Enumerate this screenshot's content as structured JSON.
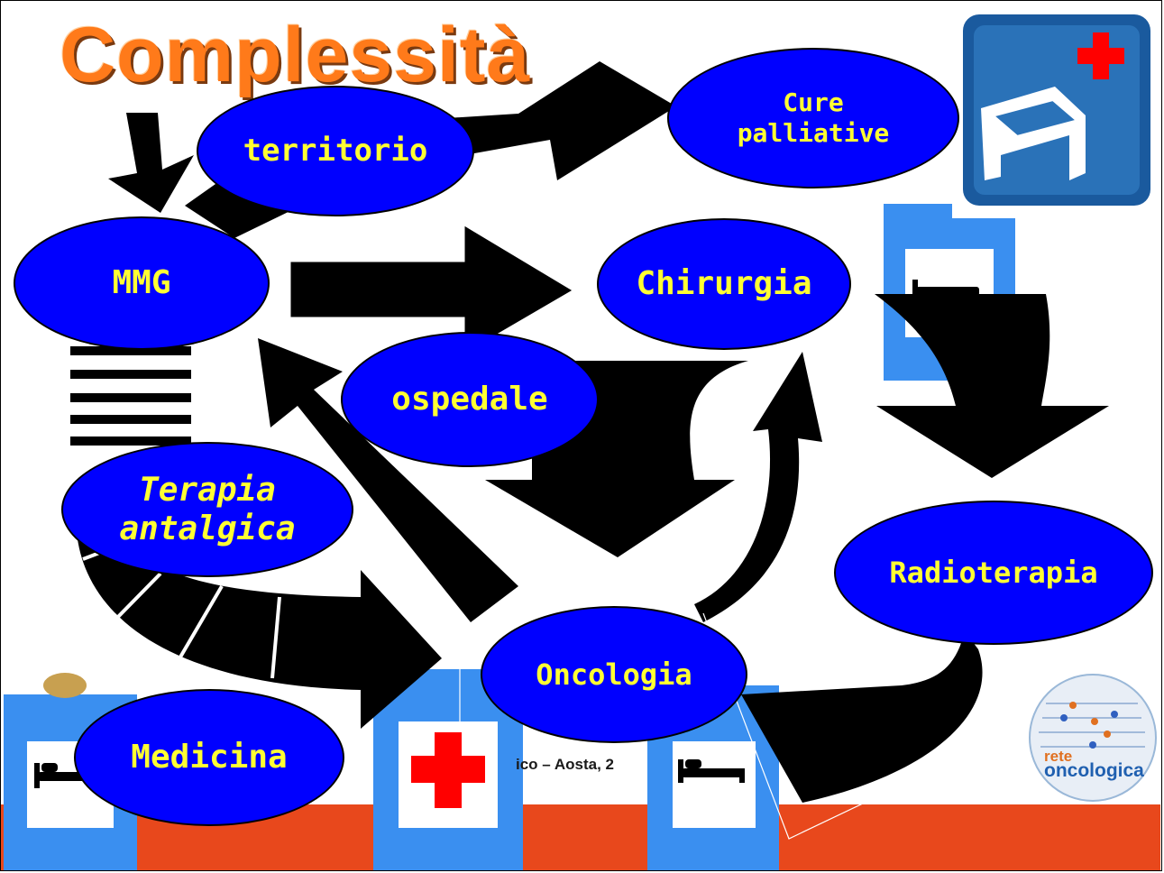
{
  "slide": {
    "title": "Complessità",
    "footer_text": "ico – Aosta, 2"
  },
  "nodes": {
    "territorio": "territorio",
    "cure_palliative": "Cure\npalliative",
    "mmg": "MMG",
    "chirurgia": "Chirurgia",
    "ospedale": "ospedale",
    "terapia_antalgica": "Terapia\nantalgica",
    "radioterapia": "Radioterapia",
    "oncologia": "Oncologia",
    "medicina": "Medicina"
  },
  "logo": {
    "line1": "rete",
    "line2": "oncologica"
  },
  "colors": {
    "node_fill": "#0000ff",
    "node_text": "#ffff33",
    "title": "#ff7a1a",
    "footer_band": "#e8481c",
    "panel_blue": "#3a8ff0",
    "cross_red": "#ff0000"
  },
  "icons": {
    "hospital_sign": "hospital-bed-cross-icon",
    "bed": "bed-icon",
    "red_cross": "red-cross-icon",
    "logo": "rete-oncologica-logo"
  }
}
